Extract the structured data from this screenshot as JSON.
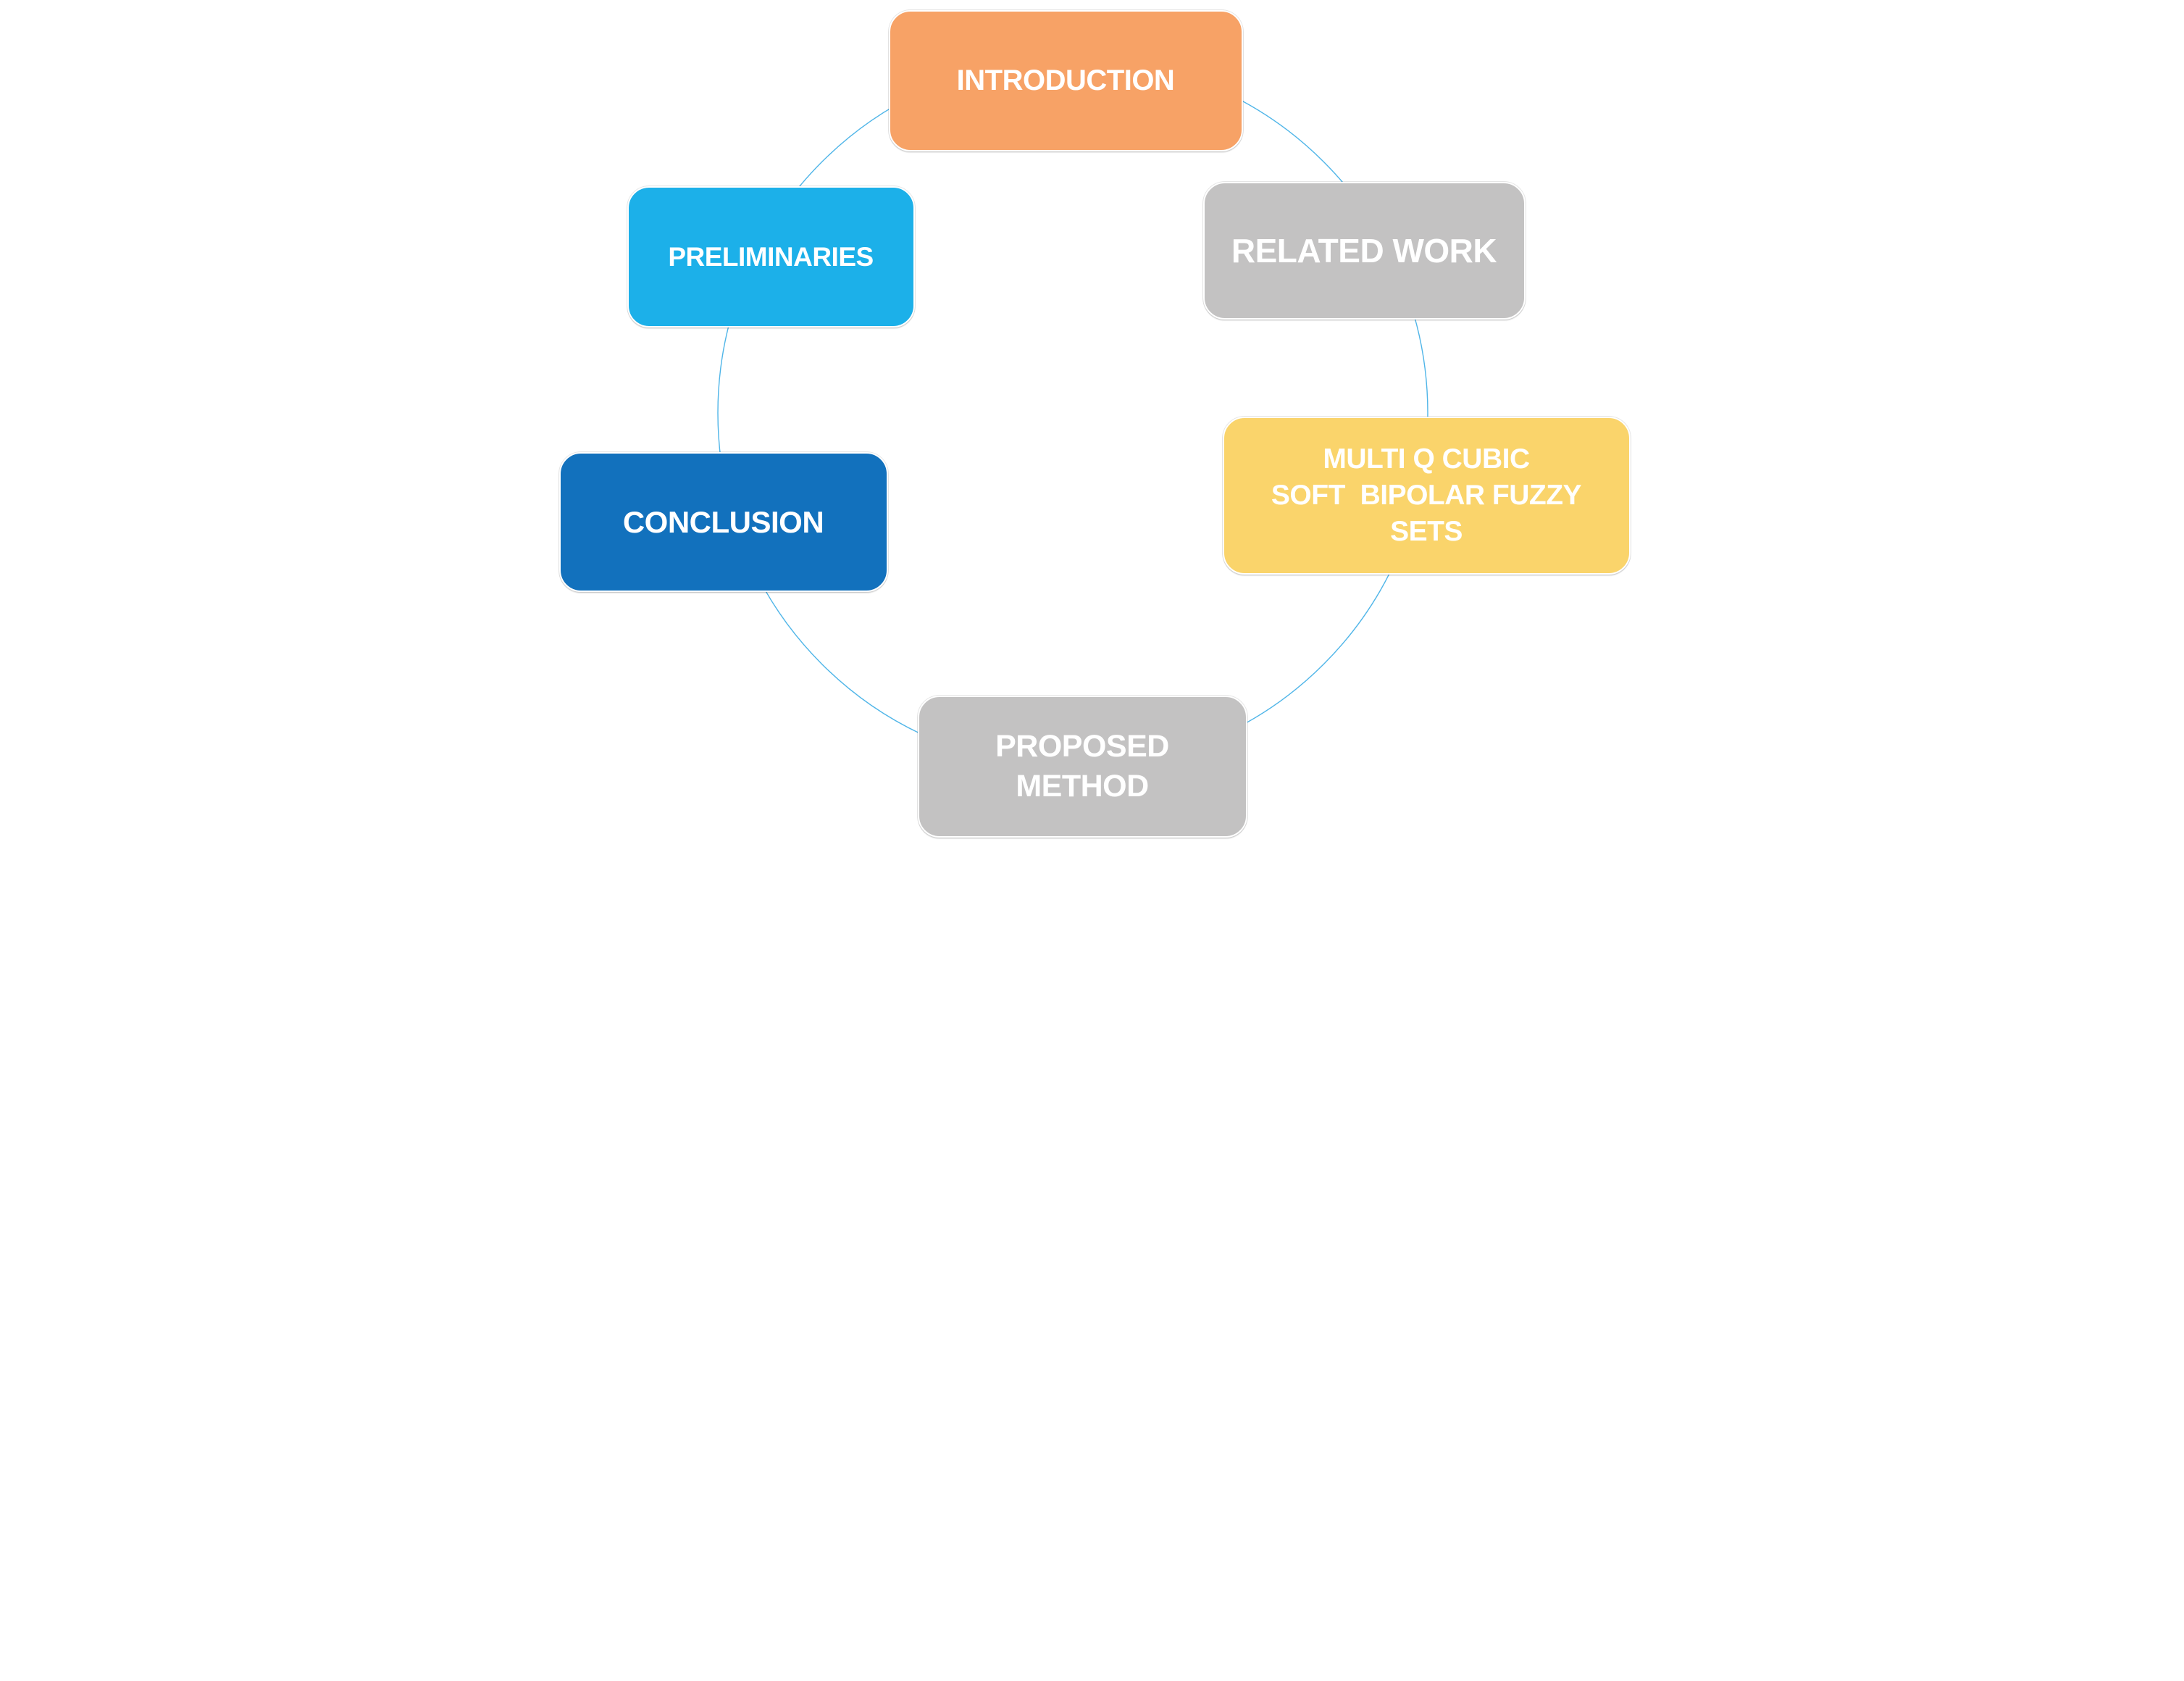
{
  "diagram": {
    "type": "cycle",
    "background": "#FFFFFF",
    "connector_color": "#4FB5E8",
    "text_color": "#FFFFFF",
    "nodes": [
      {
        "id": "introduction",
        "label": "INTRODUCTION",
        "color": "#F7A266"
      },
      {
        "id": "related-work",
        "label": "RELATED WORK",
        "color": "#C3C2C2"
      },
      {
        "id": "multi-q-cubic-soft-bipolar-fuzzy-sets",
        "label": "MULTI Q CUBIC\nSOFT  BIPOLAR FUZZY\nSETS",
        "color": "#FAD46B"
      },
      {
        "id": "proposed-method",
        "label": "PROPOSED\nMETHOD",
        "color": "#C3C2C2"
      },
      {
        "id": "conclusion",
        "label": "CONCLUSION",
        "color": "#1271BD"
      },
      {
        "id": "preliminaries",
        "label": "PRELIMINARIES",
        "color": "#1CB0E9"
      }
    ]
  }
}
